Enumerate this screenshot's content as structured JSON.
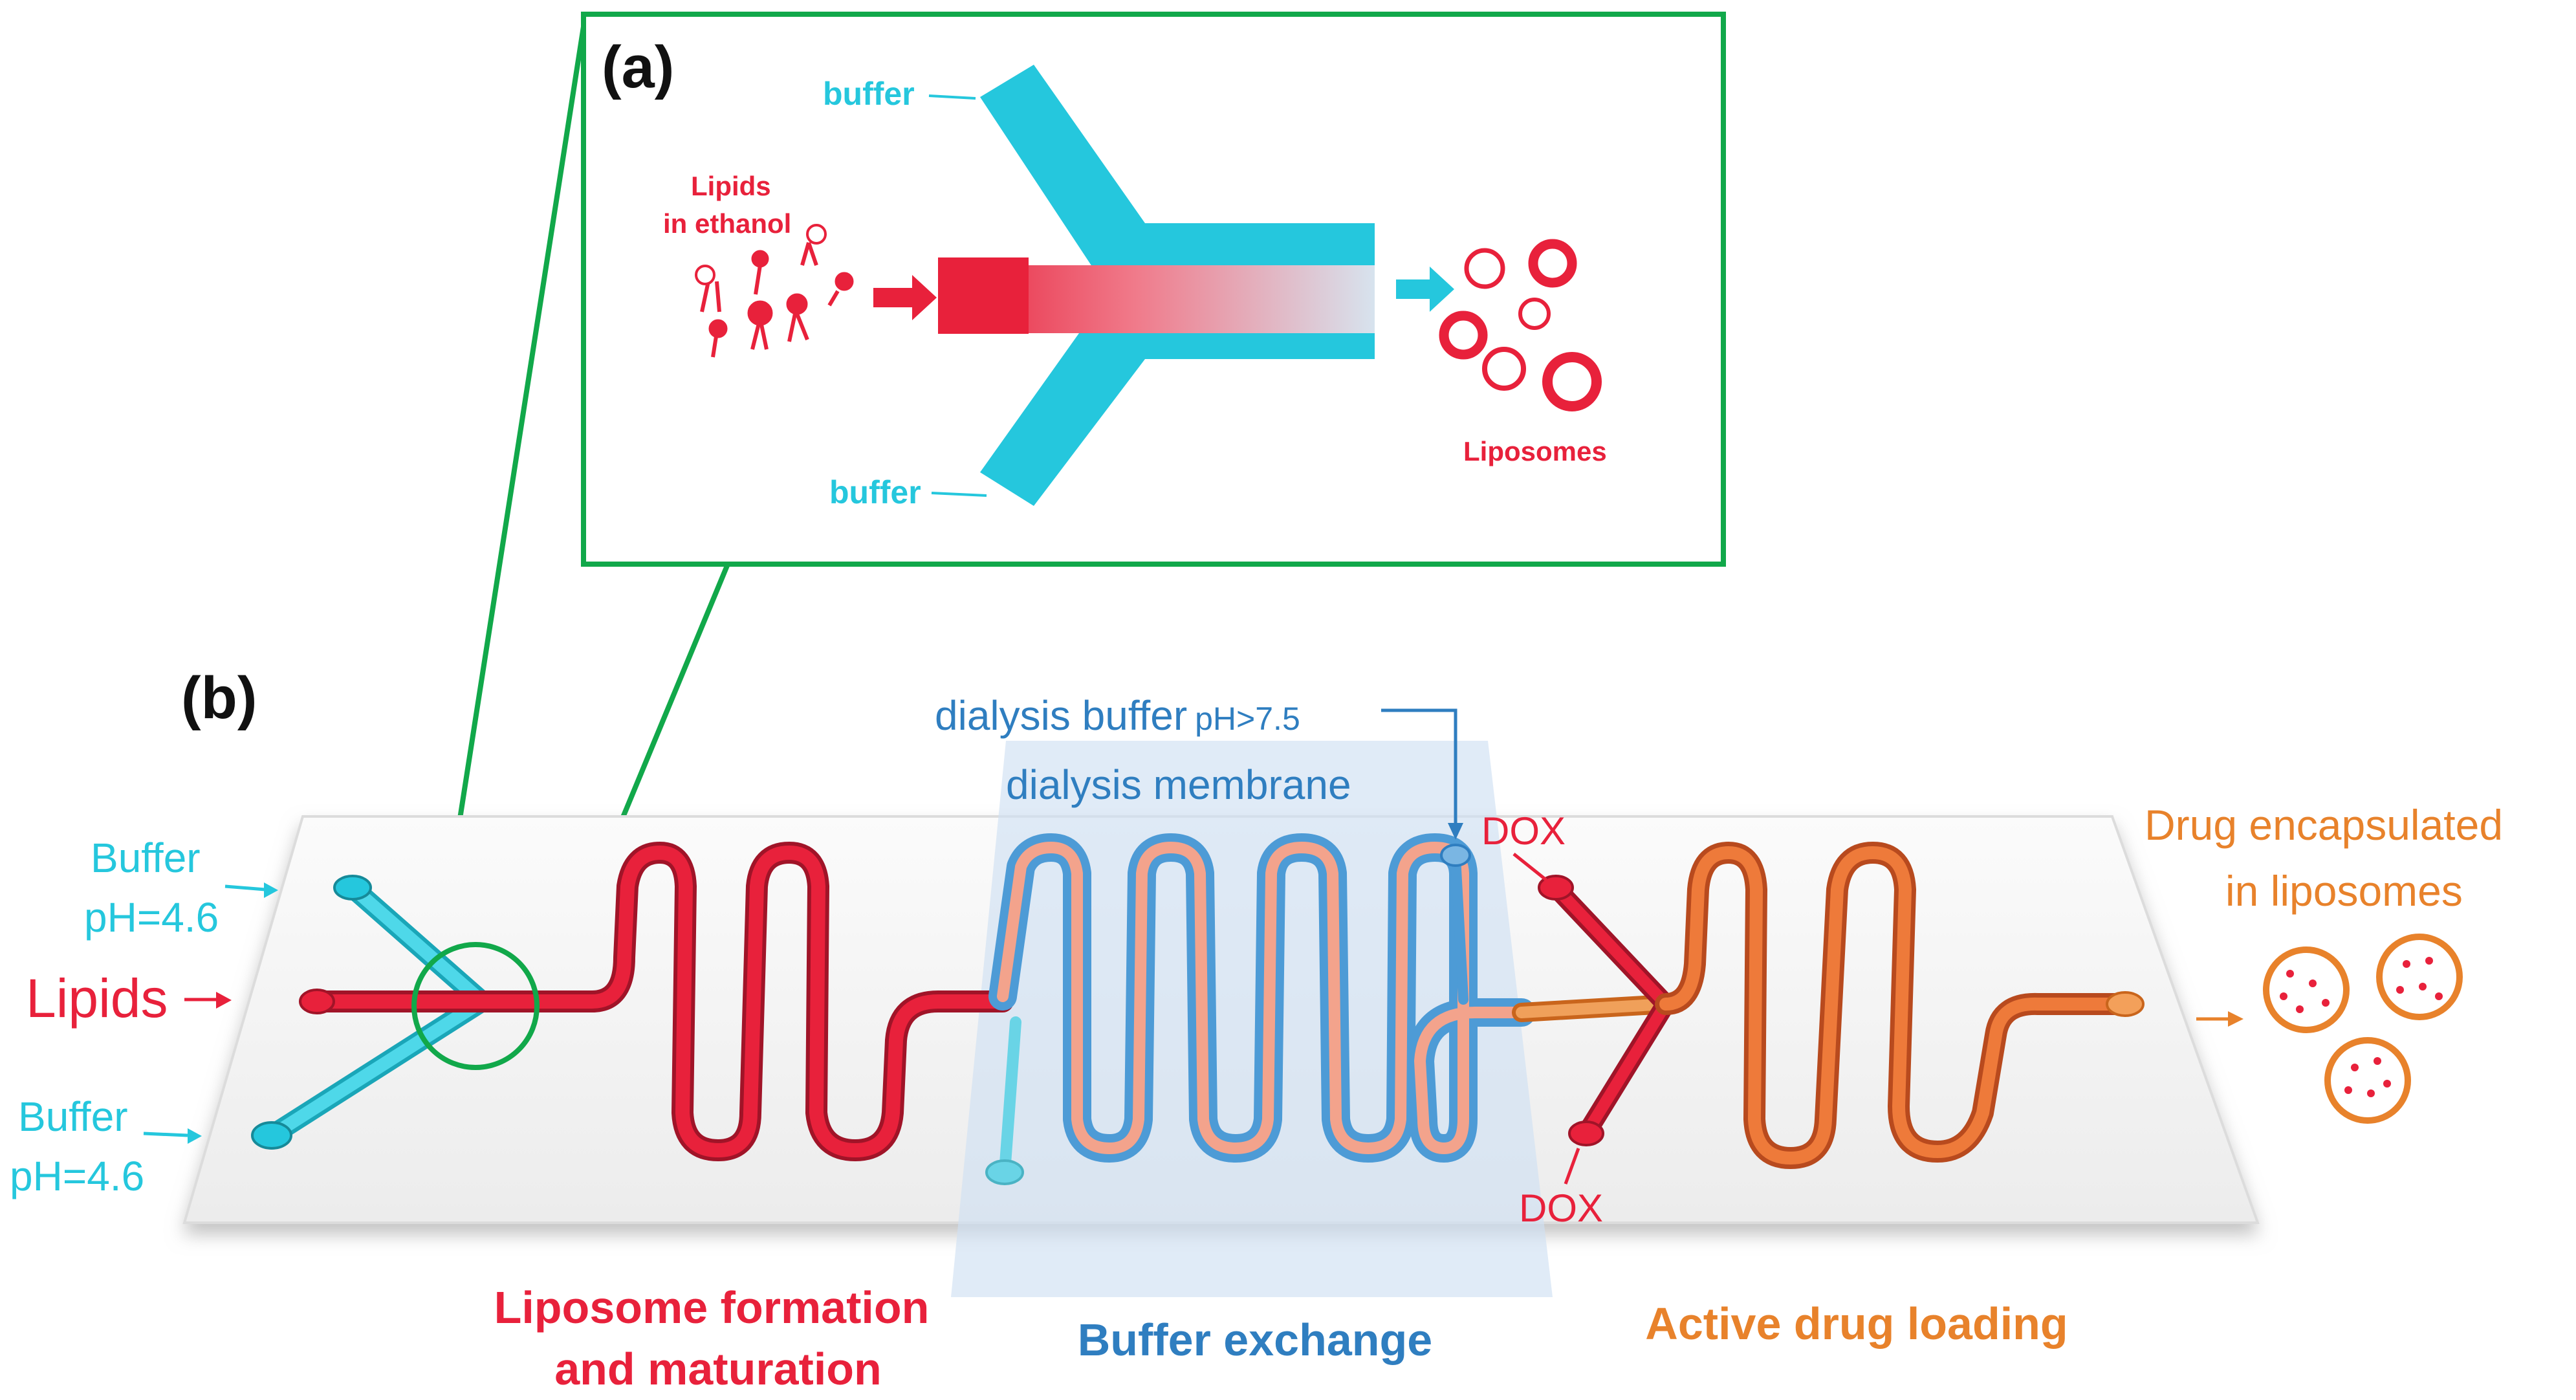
{
  "panel_a": {
    "label": "(a)",
    "buffer_top": "buffer",
    "buffer_bottom": "buffer",
    "lipids_line1": "Lipids",
    "lipids_line2": "in ethanol",
    "liposomes": "Liposomes"
  },
  "panel_b": {
    "label": "(b)",
    "buffer_top_line1": "Buffer",
    "buffer_top_line2": "pH=4.6",
    "lipids": "Lipids",
    "buffer_bottom_line1": "Buffer",
    "buffer_bottom_line2": "pH=4.6",
    "dialysis_buffer": "dialysis  buffer",
    "dialysis_ph": "pH>7.5",
    "dialysis_membrane": "dialysis membrane",
    "dox_top": "DOX",
    "dox_bottom": "DOX",
    "drug_line1": "Drug  encapsulated",
    "drug_line2": "in liposomes",
    "stage_formation_line1": "Liposome formation",
    "stage_formation_line2": "and maturation",
    "stage_exchange": "Buffer exchange",
    "stage_loading": "Active drug loading"
  },
  "colors": {
    "green": "#11a84a",
    "cyan": "#25c7dd",
    "red": "#e8213b",
    "blue": "#2f7ec0",
    "orange": "#e8822b",
    "membrane": "#cfe0f2"
  }
}
